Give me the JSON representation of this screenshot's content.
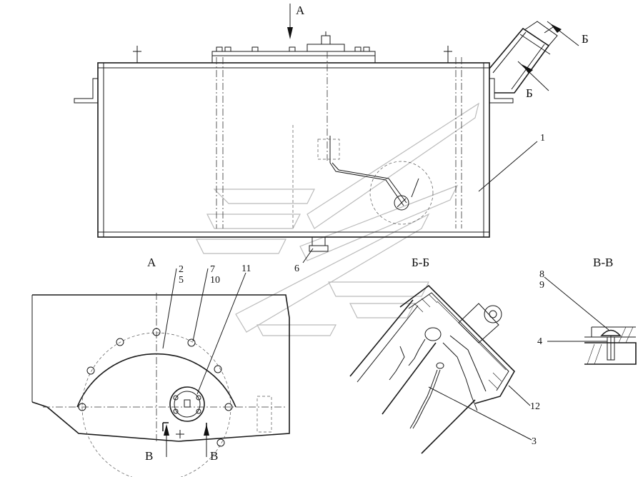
{
  "views": {
    "arrow_a": "А",
    "arrow_b_top": "Б",
    "arrow_b_side": "Б",
    "view_a_title": "А",
    "section_bb_title": "Б-Б",
    "section_vv_title": "В-В",
    "cut_v_left": "В",
    "cut_v_right": "В"
  },
  "callouts": {
    "c1": "1",
    "c2": "2",
    "c5": "5",
    "c6": "6",
    "c7": "7",
    "c10": "10",
    "c11": "11",
    "c12": "12",
    "c3": "3",
    "c8": "8",
    "c9": "9",
    "c4": "4"
  }
}
